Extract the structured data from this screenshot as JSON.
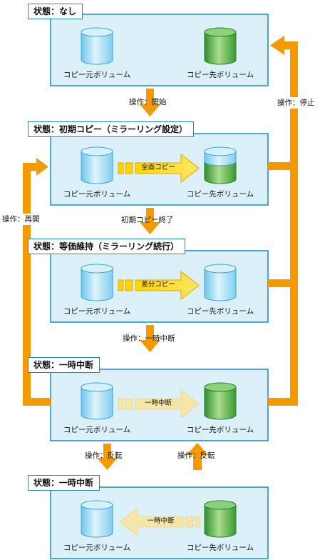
{
  "states": [
    {
      "title": "状態：なし",
      "copy_arrow": null
    },
    {
      "title": "状態：初期コピー（ミラーリング設定）",
      "copy_arrow": "全面コピー"
    },
    {
      "title": "状態：等価維持（ミラーリング続行）",
      "copy_arrow": "差分コピー"
    },
    {
      "title": "状態：一時中断",
      "copy_arrow": "一時中断"
    },
    {
      "title": "状態：一時中断",
      "copy_arrow": "一時中断"
    }
  ],
  "volumes": {
    "source": "コピー元ボリューム",
    "destination": "コピー先ボリューム"
  },
  "operations": {
    "start": "操作：開始",
    "initial_copy_done": "初期コピー終了",
    "pause": "操作：一時中断",
    "reverse_left": "操作：反転",
    "reverse_right": "操作：反転",
    "stop": "操作：停止",
    "resume": "操作：再開"
  },
  "colors": {
    "panel_fill": "#dcf0fa",
    "panel_border": "#1c8ac4",
    "source_volume": "#aee0f5",
    "destination_volume": "#3daa35",
    "flow_arrow": "#f39a00",
    "copy_arrow": "#ffd400",
    "paused_arrow": "#f5e6a8"
  }
}
